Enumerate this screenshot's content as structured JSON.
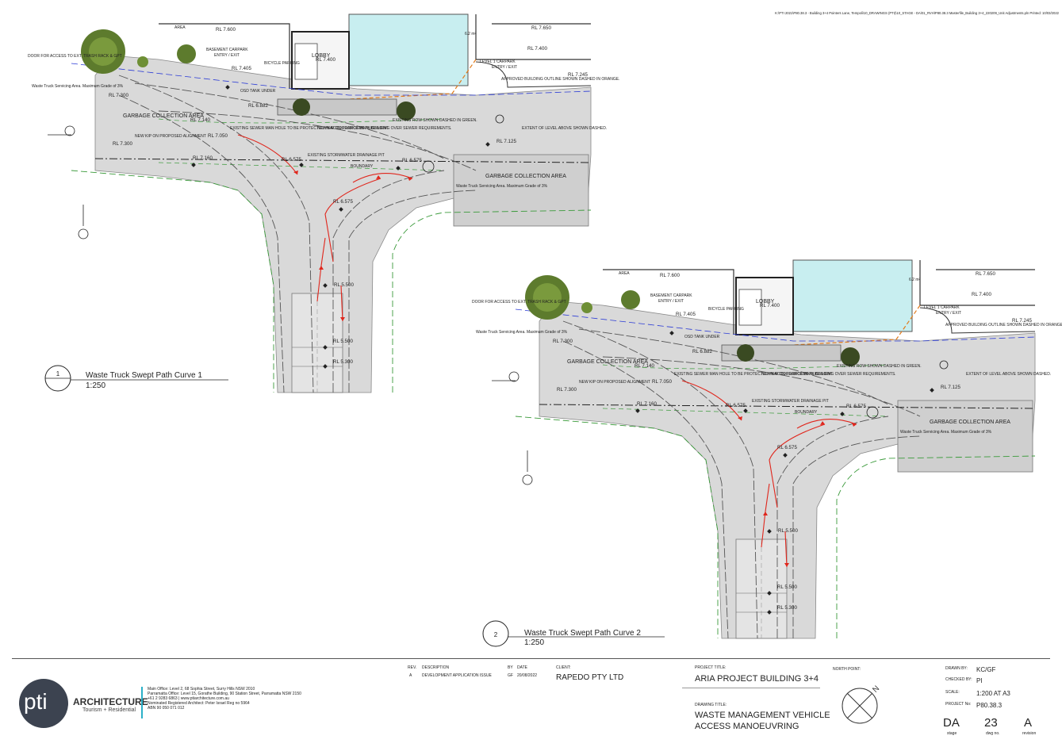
{
  "file_path": "K:\\PTI 2021\\P80.38.3 - Building 3+4 Pointers Lane, Tempoli\\10_DRAWINGS (PTI)\\10_STAGE - DA\\01_RVH\\P80.38.3 Masterfile_Building 3+4_220209_Unit Adjustments.pln    Printed: 10/03/2022",
  "views": [
    {
      "number": "1",
      "title": "Waste Truck Swept Path Curve 1",
      "scale": "1:250",
      "labels": {
        "rl_7600": "RL 7.600",
        "rl_7405": "RL 7.405",
        "rl_7400_lobby": "RL 7.400",
        "rl_7300a": "RL 7.300",
        "rl_7300b": "RL 7.300",
        "rl_7140": "RL 7.140",
        "rl_7050": "RL 7.050",
        "rl_7160": "RL 7.160",
        "rl_6882": "RL 6.882",
        "rl_6575a": "RL 6.575",
        "rl_6575b": "RL 6.575",
        "rl_6575c": "RL 6.575",
        "rl_7125": "RL 7.125",
        "rl_7245": "RL 7.245",
        "rl_7650": "RL 7.650",
        "rl_7400_top": "RL 7.400",
        "rl_5500a": "RL 5.500",
        "rl_5500b": "RL 5.500",
        "rl_5300": "RL 5.300",
        "lobby": "LOBBY",
        "basement_carpark": "BASEMENT CARPARK",
        "entry_exit": "ENTRY / EXIT",
        "level1_carpark": "LEVEL 1 CARPARK",
        "bicycle_parking": "BICYCLE PARKING",
        "osd_tank": "OSD TANK UNDER",
        "garbage_collection": "GARBAGE COLLECTION AREA",
        "garbage_collection_area": "GARBAGE COLLECTION AREA",
        "approved_building": "APPROVED BUILDING OUTLINE SHOWN DASHED IN ORANGE.",
        "existing_sewer": "EXISTING SEWER MAN HOLE TO BE PROTECTED IN ACCORDANCE WITH BUILDING OVER SEWER REQUIREMENTS.",
        "new_kip": "NEW KIP ON PROPOSED ALIGNMENT",
        "row_green": "EXISTING ROW SHOWN DASHED IN GREEN.",
        "extent_level": "EXTENT OF LEVEL ABOVE SHOWN DASHED.",
        "stormwater": "EXISTING STORMWATER DRAINAGE PIT",
        "boundary": "BOUNDARY",
        "waste_truck_area": "Waste Truck Servicing Area. Maximum Grade of 3%",
        "waste_truck_area_left": "Waste Truck Servicing Area. Maximum Grade of 3%",
        "door_note": "DOOR FOR ACCESS TO EXT. TRASH RACK & GPT",
        "area_label": "AREA",
        "area_sqm": "6.2 m²"
      }
    },
    {
      "number": "2",
      "title": "Waste Truck Swept Path Curve 2",
      "scale": "1:250"
    }
  ],
  "title_block": {
    "company": "ARCHITECTURE",
    "tagline": "Tourism + Residential",
    "logo_text": "pti",
    "office_lines": [
      "Main Office: Level 2, 68 Sophia Street, Surry Hills NSW 2010",
      "Parramatta Office: Level 15, Gorathe Building, 90 Station Street, Parramatta NSW 2150",
      "+61 2 9283 6863  |  www.ptiarchitecture.com.au",
      "Nominated Registered Architect: Peter Israel Reg no 5964",
      "ABN 90 050 071 012"
    ],
    "rev_header": "REV.",
    "description_header": "DESCRIPTION",
    "by_header": "BY",
    "date_header": "DATE",
    "rev": "A",
    "description": "DEVELOPMENT APPLICATION ISSUE",
    "by": "GF",
    "date": "20/08/2022",
    "client_label": "CLIENT:",
    "client": "RAPEDO PTY LTD",
    "project_label": "PROJECT TITLE:",
    "project": "ARIA PROJECT BUILDING 3+4",
    "north_label": "NORTH POINT:",
    "north_letter": "N",
    "drawing_label": "DRAWING TITLE:",
    "drawing_title_1": "WASTE MANAGEMENT VEHICLE",
    "drawing_title_2": "ACCESS MANOEUVRING",
    "drawn_by_label": "DRAWN BY:",
    "drawn_by": "KC/GF",
    "checked_by_label": "CHECKED BY:",
    "checked_by": "PI",
    "scale_label": "SCALE:",
    "scale": "1:200 AT A3",
    "project_no_label": "PROJECT No:",
    "project_no": "P80.38.3",
    "stage": "DA",
    "stage_label": "stage",
    "dwg_no": "23",
    "dwg_label": "dwg no.",
    "revision": "A",
    "revision_label": "revision"
  },
  "colors": {
    "paving": "#d9d9d9",
    "pool": "#c8eef0",
    "swept_path": "#e0261c",
    "row_dashed": "#3a9a3a",
    "approved_outline": "#e07a1a",
    "blue_dashed": "#2b3bd6",
    "logo_dark": "#3c4350",
    "tree": "#5d7b2d"
  }
}
